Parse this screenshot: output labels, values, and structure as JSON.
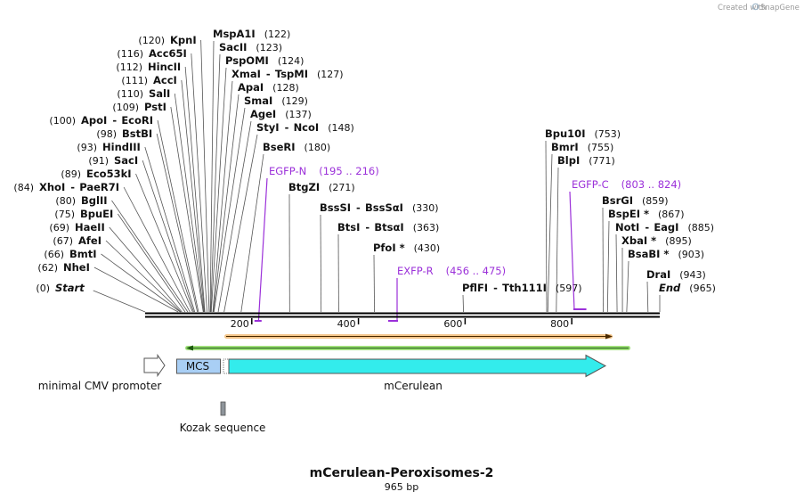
{
  "watermark": {
    "prefix": "Created with",
    "brand": "SnapGene"
  },
  "title": "mCerulean-Peroxisomes-2",
  "length_label": "965 bp",
  "seq_length": 965,
  "sites": [
    {
      "name": "Start",
      "pos": 0,
      "pos_label": "(0)",
      "italic": true
    },
    {
      "name": "NheI",
      "pos": 62,
      "pos_label": "(62)"
    },
    {
      "name": "BmtI",
      "pos": 66,
      "pos_label": "(66)"
    },
    {
      "name": "AfeI",
      "pos": 67,
      "pos_label": "(67)"
    },
    {
      "name": "HaeII",
      "pos": 69,
      "pos_label": "(69)"
    },
    {
      "name": "BpuEI",
      "pos": 75,
      "pos_label": "(75)"
    },
    {
      "name": "BglII",
      "pos": 80,
      "pos_label": "(80)"
    },
    {
      "name": "XhoI",
      "name2": "PaeR7I",
      "pos": 84,
      "pos_label": "(84)"
    },
    {
      "name": "Eco53kI",
      "pos": 89,
      "pos_label": "(89)"
    },
    {
      "name": "SacI",
      "pos": 91,
      "pos_label": "(91)"
    },
    {
      "name": "HindIII",
      "pos": 93,
      "pos_label": "(93)"
    },
    {
      "name": "BstBI",
      "pos": 98,
      "pos_label": "(98)"
    },
    {
      "name": "ApoI",
      "name2": "EcoRI",
      "pos": 100,
      "pos_label": "(100)"
    },
    {
      "name": "PstI",
      "pos": 109,
      "pos_label": "(109)"
    },
    {
      "name": "SalI",
      "pos": 110,
      "pos_label": "(110)"
    },
    {
      "name": "AccI",
      "pos": 111,
      "pos_label": "(111)"
    },
    {
      "name": "HincII",
      "pos": 112,
      "pos_label": "(112)"
    },
    {
      "name": "Acc65I",
      "pos": 116,
      "pos_label": "(116)"
    },
    {
      "name": "KpnI",
      "pos": 120,
      "pos_label": "(120)"
    },
    {
      "name": "MspA1I",
      "pos": 122,
      "pos_label": "(122)"
    },
    {
      "name": "SacII",
      "pos": 123,
      "pos_label": "(123)"
    },
    {
      "name": "PspOMI",
      "pos": 124,
      "pos_label": "(124)"
    },
    {
      "name": "XmaI",
      "name2": "TspMI",
      "pos": 127,
      "pos_label": "(127)"
    },
    {
      "name": "ApaI",
      "pos": 128,
      "pos_label": "(128)"
    },
    {
      "name": "SmaI",
      "pos": 129,
      "pos_label": "(129)"
    },
    {
      "name": "AgeI",
      "pos": 137,
      "pos_label": "(137)"
    },
    {
      "name": "StyI",
      "name2": "NcoI",
      "pos": 148,
      "pos_label": "(148)"
    },
    {
      "name": "BseRI",
      "pos": 180,
      "pos_label": "(180)"
    },
    {
      "name": "BtgZI",
      "pos": 271,
      "pos_label": "(271)"
    },
    {
      "name": "BssSI",
      "name2": "BssSαI",
      "pos": 330,
      "pos_label": "(330)"
    },
    {
      "name": "BtsI",
      "name2": "BtsαI",
      "pos": 363,
      "pos_label": "(363)"
    },
    {
      "name": "PfoI *",
      "pos": 430,
      "pos_label": "(430)"
    },
    {
      "name": "PflFI",
      "name2": "Tth111I",
      "pos": 597,
      "pos_label": "(597)"
    },
    {
      "name": "Bpu10I",
      "pos": 753,
      "pos_label": "(753)"
    },
    {
      "name": "BmrI",
      "pos": 755,
      "pos_label": "(755)"
    },
    {
      "name": "BlpI",
      "pos": 771,
      "pos_label": "(771)"
    },
    {
      "name": "BsrGI",
      "pos": 859,
      "pos_label": "(859)"
    },
    {
      "name": "BspEI *",
      "pos": 867,
      "pos_label": "(867)"
    },
    {
      "name": "NotI",
      "name2": "EagI",
      "pos": 885,
      "pos_label": "(885)"
    },
    {
      "name": "XbaI *",
      "pos": 895,
      "pos_label": "(895)"
    },
    {
      "name": "BsaBI *",
      "pos": 903,
      "pos_label": "(903)"
    },
    {
      "name": "DraI",
      "pos": 943,
      "pos_label": "(943)"
    },
    {
      "name": "End",
      "pos": 965,
      "pos_label": "(965)",
      "italic": true
    }
  ],
  "primers": [
    {
      "name": "EGFP-N",
      "range_label": "(195 .. 216)",
      "start": 195,
      "end": 216,
      "strand": "forward"
    },
    {
      "name": "EXFP-R",
      "range_label": "(456 .. 475)",
      "start": 456,
      "end": 475,
      "strand": "reverse"
    },
    {
      "name": "EGFP-C",
      "range_label": "(803 .. 824)",
      "start": 803,
      "end": 824,
      "strand": "forward"
    }
  ],
  "ticks": [
    "200",
    "400",
    "600",
    "800"
  ],
  "features": [
    {
      "name": "minimal CMV promoter",
      "color": "#ffffff"
    },
    {
      "name": "MCS",
      "color": "#a9cff5"
    },
    {
      "name": "mCerulean",
      "color": "#33ecec"
    },
    {
      "name": "Kozak sequence",
      "color": "#8e949a"
    }
  ],
  "colors": {
    "primer": "#9b30d9",
    "orf_orange": "#e9a43a",
    "orf_green": "#7fd04a"
  }
}
